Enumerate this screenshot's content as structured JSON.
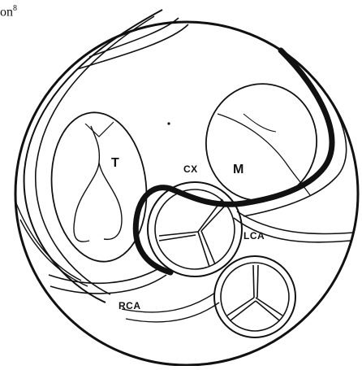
{
  "caption": {
    "text": "on",
    "superscript": "8"
  },
  "labels": {
    "tricuspid": "T",
    "mitral": "M",
    "circumflex": "CX",
    "left_coronary": "LCA",
    "right_coronary": "RCA"
  },
  "colors": {
    "ink": "#111111",
    "background": "#ffffff"
  }
}
